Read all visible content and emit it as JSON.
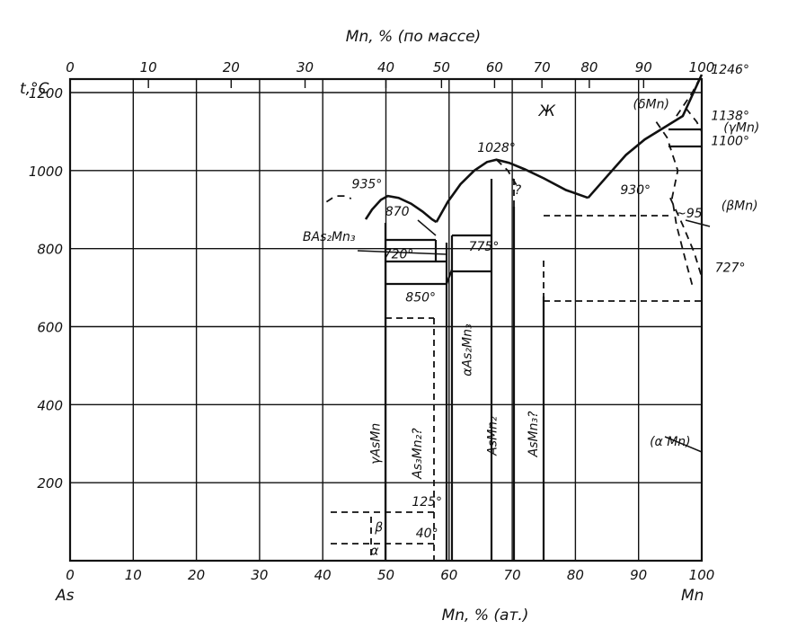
{
  "chart_data": {
    "type": "line",
    "title": "Mn, % (по массе)",
    "xlabel": "Mn, % (ат.)",
    "ylabel": "t,°C",
    "xlim": [
      0,
      100
    ],
    "ylim": [
      0,
      1200
    ],
    "grid": true,
    "x_ticks": [
      0,
      10,
      20,
      30,
      40,
      50,
      60,
      70,
      80,
      90,
      100
    ],
    "y_ticks": [
      200,
      400,
      600,
      800,
      1000,
      1200
    ],
    "x_ticks_top": [
      0,
      10,
      20,
      30,
      40,
      50,
      60,
      70,
      80,
      90,
      100
    ],
    "x_ticks_top_pos": [
      0,
      12.4,
      25.5,
      37.2,
      50.0,
      58.8,
      67.2,
      74.7,
      82.2,
      90.8,
      100
    ],
    "end_labels": {
      "left": "As",
      "right": "Mn"
    },
    "series": [
      {
        "kind": "solid",
        "points": [
          [
            46.8,
            875
          ],
          [
            47.8,
            900
          ],
          [
            49.2,
            925
          ],
          [
            50.3,
            935
          ],
          [
            52.0,
            930
          ],
          [
            54.0,
            915
          ],
          [
            55.8,
            895
          ],
          [
            57.3,
            875
          ],
          [
            58.0,
            868
          ]
        ]
      },
      {
        "kind": "solid",
        "points": [
          [
            58.0,
            868
          ],
          [
            59.8,
            920
          ],
          [
            61.8,
            965
          ],
          [
            64.0,
            1000
          ],
          [
            66.0,
            1022
          ],
          [
            67.5,
            1028
          ],
          [
            69.5,
            1020
          ],
          [
            72.0,
            1003
          ],
          [
            75.0,
            980
          ],
          [
            78.5,
            950
          ],
          [
            82.0,
            930
          ]
        ]
      },
      {
        "kind": "solid",
        "points": [
          [
            82.0,
            930
          ],
          [
            85.0,
            985
          ],
          [
            88.0,
            1040
          ],
          [
            91.0,
            1080
          ],
          [
            94.0,
            1110
          ],
          [
            97.0,
            1140
          ],
          [
            100.0,
            1246
          ]
        ]
      },
      {
        "kind": "dashed",
        "points": [
          [
            40.6,
            920
          ],
          [
            42.0,
            935
          ],
          [
            43.5,
            935
          ],
          [
            44.5,
            928
          ]
        ]
      },
      {
        "kind": "dashed",
        "points": [
          [
            67.5,
            1028
          ],
          [
            69.3,
            1000
          ],
          [
            70.7,
            962
          ]
        ]
      },
      {
        "kind": "dashed",
        "points": [
          [
            96.0,
            1140
          ],
          [
            98.5,
            1200
          ],
          [
            100.0,
            1246
          ]
        ]
      },
      {
        "kind": "dashed",
        "points": [
          [
            92.8,
            1125
          ],
          [
            94.5,
            1085
          ],
          [
            96.2,
            1000
          ],
          [
            95.3,
            930
          ],
          [
            96.0,
            860
          ],
          [
            97.6,
            760
          ],
          [
            98.6,
            700
          ]
        ]
      },
      {
        "kind": "dashed",
        "points": [
          [
            95.0,
            930
          ],
          [
            97.0,
            860
          ],
          [
            98.8,
            790
          ],
          [
            100.0,
            727
          ]
        ]
      },
      {
        "kind": "dashed",
        "points": [
          [
            97.5,
            1160
          ],
          [
            99.2,
            1125
          ],
          [
            100.0,
            1100
          ]
        ]
      }
    ],
    "annotations": [
      {
        "text": "935°",
        "x": 47.0,
        "y": 955
      },
      {
        "text": "870",
        "x": 51.8,
        "y": 885
      },
      {
        "text": "BAs₂Mn₃",
        "x": 41.0,
        "y": 820
      },
      {
        "text": "720°",
        "x": 52.0,
        "y": 775
      },
      {
        "text": "775°",
        "x": 65.5,
        "y": 795
      },
      {
        "text": "850°",
        "x": 55.5,
        "y": 665
      },
      {
        "text": "1028°",
        "x": 67.5,
        "y": 1048
      },
      {
        "text": "?",
        "x": 70.9,
        "y": 940
      },
      {
        "text": "Ж",
        "x": 75.5,
        "y": 1140
      },
      {
        "text": "930°",
        "x": 89.5,
        "y": 940
      },
      {
        "text": "~95",
        "x": 98.0,
        "y": 880
      },
      {
        "text": "(δMn)",
        "x": 92.0,
        "y": 1160
      },
      {
        "text": "1246°",
        "x": 104.5,
        "y": 1248
      },
      {
        "text": "1138°",
        "x": 104.5,
        "y": 1130
      },
      {
        "text": "(γMn)",
        "x": 106.3,
        "y": 1100
      },
      {
        "text": "1100°",
        "x": 104.5,
        "y": 1065
      },
      {
        "text": "(βMn)",
        "x": 106.0,
        "y": 900
      },
      {
        "text": "727°",
        "x": 104.5,
        "y": 740
      },
      {
        "text": "(α Mn)",
        "x": 95.0,
        "y": 295
      },
      {
        "text": "125°",
        "x": 56.5,
        "y": 140
      },
      {
        "text": "40°",
        "x": 56.5,
        "y": 60
      },
      {
        "text": "α",
        "x": 48.2,
        "y": 15
      },
      {
        "text": "β",
        "x": 48.9,
        "y": 75
      },
      {
        "text": "γAsMn",
        "x": 49.0,
        "y": 300,
        "rotate": true
      },
      {
        "text": "As₃Mn₂?",
        "x": 55.6,
        "y": 275,
        "rotate": true
      },
      {
        "text": "αAs₂Mn₃",
        "x": 63.5,
        "y": 540,
        "rotate": true
      },
      {
        "text": "AsMn₂",
        "x": 67.5,
        "y": 320,
        "rotate": true
      },
      {
        "text": "AsMn₃?",
        "x": 74.0,
        "y": 325,
        "rotate": true
      }
    ]
  }
}
